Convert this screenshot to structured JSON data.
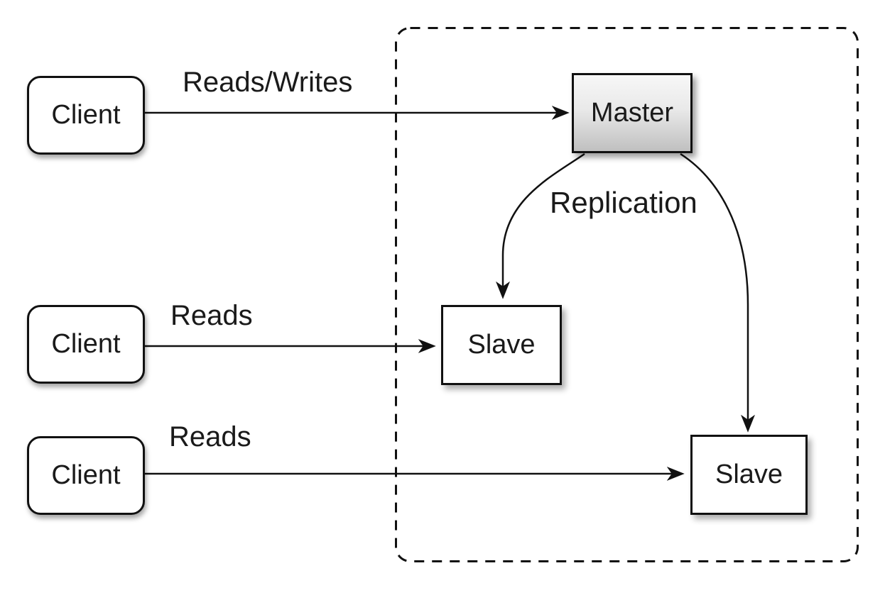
{
  "diagram": {
    "type": "architecture-diagram",
    "topic": "database master-slave replication",
    "background_color": "#ffffff",
    "line_color": "#111111",
    "text_color": "#1a1a1a",
    "master_fill_top": "#f7f7f7",
    "master_fill_bottom": "#c0c0c0",
    "node_fill": "#ffffff",
    "cluster": {
      "name": "replication-cluster-boundary",
      "border_style": "dashed"
    },
    "nodes": [
      {
        "id": "client-1",
        "label": "Client",
        "shape": "rounded-rect"
      },
      {
        "id": "client-2",
        "label": "Client",
        "shape": "rounded-rect"
      },
      {
        "id": "client-3",
        "label": "Client",
        "shape": "rounded-rect"
      },
      {
        "id": "master",
        "label": "Master",
        "shape": "rect-gradient"
      },
      {
        "id": "slave-1",
        "label": "Slave",
        "shape": "rect"
      },
      {
        "id": "slave-2",
        "label": "Slave",
        "shape": "rect"
      }
    ],
    "edges": [
      {
        "id": "client1-to-master",
        "from": "client-1",
        "to": "master",
        "label": "Reads/Writes"
      },
      {
        "id": "client2-to-slave1",
        "from": "client-2",
        "to": "slave-1",
        "label": "Reads"
      },
      {
        "id": "client3-to-slave2",
        "from": "client-3",
        "to": "slave-2",
        "label": "Reads"
      },
      {
        "id": "master-to-slaves",
        "from": "master",
        "to": "slave-1 & slave-2",
        "label": "Replication"
      }
    ]
  }
}
